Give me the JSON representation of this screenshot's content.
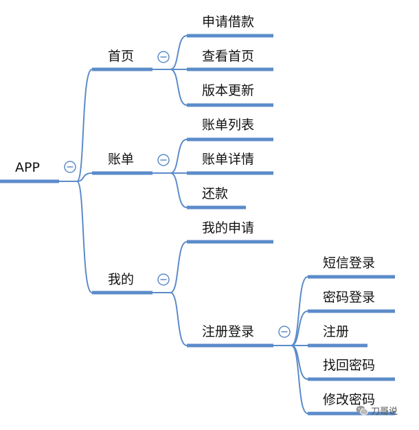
{
  "root": {
    "label": "APP",
    "children": [
      {
        "label": "首页",
        "children": [
          {
            "label": "申请借款"
          },
          {
            "label": "查看首页"
          },
          {
            "label": "版本更新"
          }
        ]
      },
      {
        "label": "账单",
        "children": [
          {
            "label": "账单列表"
          },
          {
            "label": "账单详情"
          },
          {
            "label": "还款"
          }
        ]
      },
      {
        "label": "我的",
        "children": [
          {
            "label": "我的申请"
          },
          {
            "label": "注册登录",
            "children": [
              {
                "label": "短信登录"
              },
              {
                "label": "密码登录"
              },
              {
                "label": "注册"
              },
              {
                "label": "找回密码"
              },
              {
                "label": "修改密码"
              }
            ]
          }
        ]
      }
    ]
  },
  "watermark": {
    "text": "刀哥说",
    "icon": "wechat-icon"
  },
  "colors": {
    "line": "#5b8bc9",
    "underline": "#5b8bc9",
    "toggle": "#5b8bc9",
    "text": "#111111"
  }
}
